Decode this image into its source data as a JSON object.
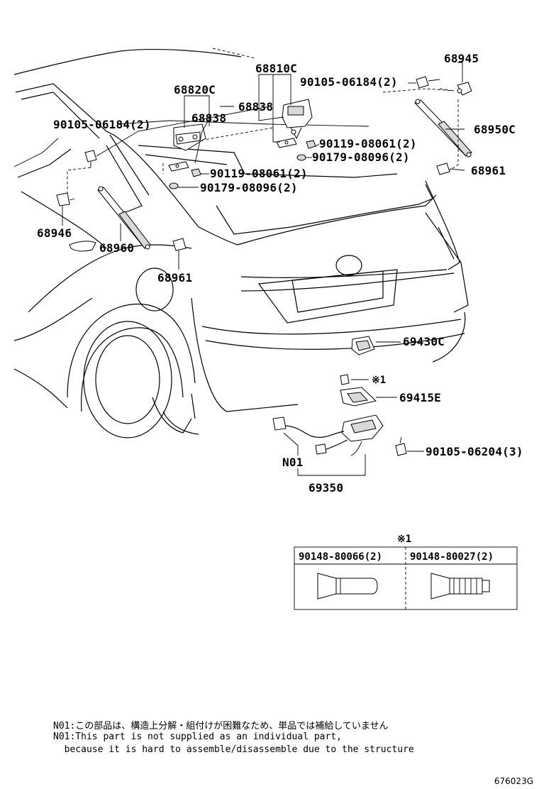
{
  "part_labels": {
    "p68810C": "68810C",
    "p68820C": "68820C",
    "p68838a": "68838",
    "p68838b": "68838",
    "p68945": "68945",
    "p68950C": "68950C",
    "p68961a": "68961",
    "p68961b": "68961",
    "p68946": "68946",
    "p68960": "68960",
    "p69430C": "69430C",
    "p69415E": "69415E",
    "p69350": "69350",
    "n01": "N01",
    "b90105_06184_top": "90105-06184(2)",
    "b90105_06184_left": "90105-06184(2)",
    "b90119_08061_right": "90119-08061(2)",
    "b90179_08096_right": "90179-08096(2)",
    "b90119_08061_mid": "90119-08061(2)",
    "b90179_08096_mid": "90179-08096(2)",
    "b90105_06204": "90105-06204(3)",
    "ref_mark": "※1"
  },
  "ref_table": {
    "title": "※1",
    "col1": "90148-80066(2)",
    "col2": "90148-80027(2)"
  },
  "notes": {
    "line1": "N01:この部品は、構造上分解・組付けが困難なため、単品では補給していません",
    "line2": "N01:This part is not supplied as an individual part,",
    "line3": "  because it is hard to assemble/disassemble due to the structure"
  },
  "diagram_code": "676023G"
}
